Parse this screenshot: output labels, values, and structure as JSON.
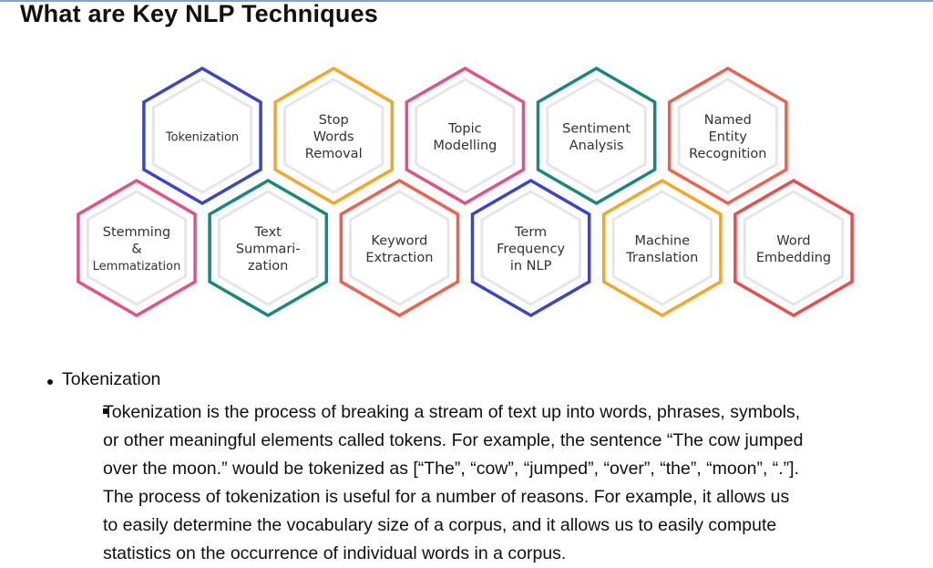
{
  "title": "What are Key NLP Techniques",
  "techniques": [
    {
      "lines": [
        "Tokenization"
      ],
      "color": "#3a44cf",
      "row": 0
    },
    {
      "lines": [
        "Stop",
        "Words",
        "Removal"
      ],
      "color": "#f5a623",
      "row": 0
    },
    {
      "lines": [
        "Topic",
        "Modelling"
      ],
      "color": "#e84f86",
      "row": 0
    },
    {
      "lines": [
        "Sentiment",
        "Analysis"
      ],
      "color": "#16897a",
      "row": 0
    },
    {
      "lines": [
        "Named",
        "Entity",
        "Recognition"
      ],
      "color": "#f0604c",
      "row": 0
    },
    {
      "lines": [
        "Stemming",
        "&",
        "Lemmatization"
      ],
      "color": "#e84f86",
      "row": 1
    },
    {
      "lines": [
        "Text",
        "Summari-",
        "zation"
      ],
      "color": "#16897a",
      "row": 1
    },
    {
      "lines": [
        "Keyword",
        "Extraction"
      ],
      "color": "#f0604c",
      "row": 1
    },
    {
      "lines": [
        "Term",
        "Frequency",
        "in NLP"
      ],
      "color": "#3a44cf",
      "row": 1
    },
    {
      "lines": [
        "Machine",
        "Translation"
      ],
      "color": "#f5a623",
      "row": 1
    },
    {
      "lines": [
        "Word",
        "Embedding"
      ],
      "color": "#ee4a4a",
      "row": 1
    }
  ],
  "bullet": {
    "label": "Tokenization",
    "lines": [
      "Tokenization is the process of breaking a stream of text up into words, phrases, symbols,",
      "or other meaningful elements called tokens. For example, the sentence “The cow jumped",
      "over the moon.” would be tokenized as [“The”, “cow”, “jumped”, “over”, “the”, “moon”, “.”].",
      "The process of tokenization is useful for a number of reasons. For example, it allows us",
      "to easily determine the vocabulary size of a corpus, and it allows us to easily compute",
      "statistics on the occurrence of individual words in a corpus."
    ]
  }
}
